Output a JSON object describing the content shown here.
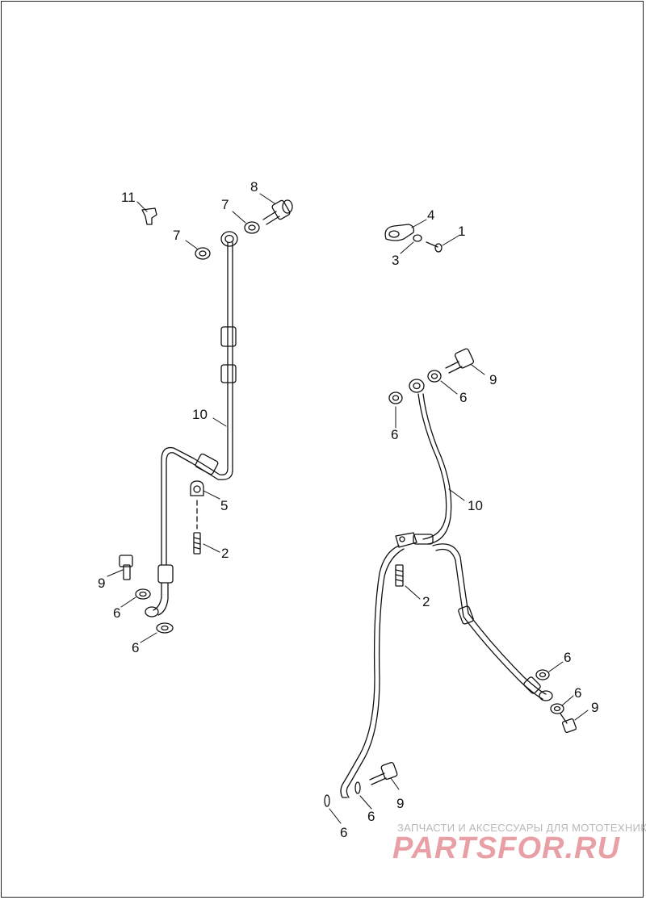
{
  "callouts": [
    {
      "id": "c11",
      "text": "11"
    },
    {
      "id": "c8",
      "text": "8"
    },
    {
      "id": "c7a",
      "text": "7"
    },
    {
      "id": "c7b",
      "text": "7"
    },
    {
      "id": "c4",
      "text": "4"
    },
    {
      "id": "c1",
      "text": "1"
    },
    {
      "id": "c3",
      "text": "3"
    },
    {
      "id": "c9a",
      "text": "9"
    },
    {
      "id": "c6a",
      "text": "6"
    },
    {
      "id": "c6b",
      "text": "6"
    },
    {
      "id": "c10a",
      "text": "10"
    },
    {
      "id": "c10b",
      "text": "10"
    },
    {
      "id": "c5",
      "text": "5"
    },
    {
      "id": "c2a",
      "text": "2"
    },
    {
      "id": "c9b",
      "text": "9"
    },
    {
      "id": "c6c",
      "text": "6"
    },
    {
      "id": "c6d",
      "text": "6"
    },
    {
      "id": "c2b",
      "text": "2"
    },
    {
      "id": "c6e",
      "text": "6"
    },
    {
      "id": "c6f",
      "text": "6"
    },
    {
      "id": "c9c",
      "text": "9"
    },
    {
      "id": "c9d",
      "text": "9"
    },
    {
      "id": "c6g",
      "text": "6"
    },
    {
      "id": "c6h",
      "text": "6"
    }
  ],
  "watermark": {
    "tagline": "ЗАПЧАСТИ И АКСЕССУАРЫ ДЛЯ МОТОТЕХНИКИ",
    "logo": "PARTSFOR.RU",
    "color": "#e8a0a6"
  }
}
